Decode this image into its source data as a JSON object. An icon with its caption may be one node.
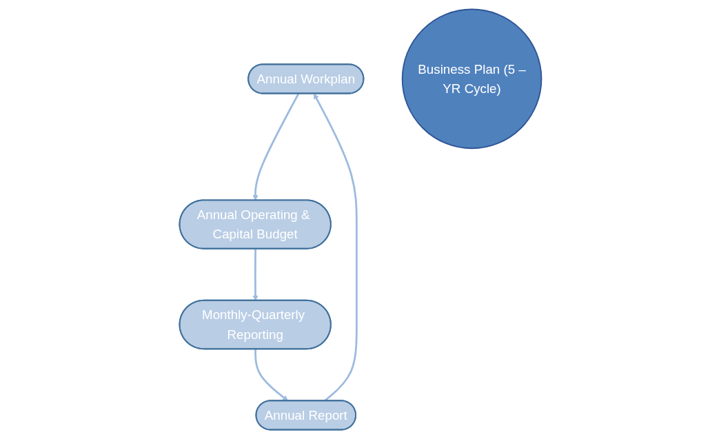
{
  "diagram": {
    "nodes": [
      {
        "text": [
          "Annual Workplan"
        ]
      },
      {
        "text": [
          "Annual Report"
        ]
      },
      {
        "text": [
          "Business Plan (5 –YR Cycle)"
        ]
      },
      {
        "text": [
          "Annual Operating & Capital Budget"
        ]
      },
      {
        "text": [
          "Monthly-Quarterly Reporting"
        ]
      }
    ],
    "edges": [
      {
        "from": 0,
        "to": 3,
        "arrow": "to"
      },
      {
        "from": 3,
        "to": 4,
        "arrow": "to"
      },
      {
        "from": 4,
        "to": 1,
        "arrow": "to"
      },
      {
        "from": 1,
        "to": 0,
        "arrow": "to"
      }
    ]
  }
}
